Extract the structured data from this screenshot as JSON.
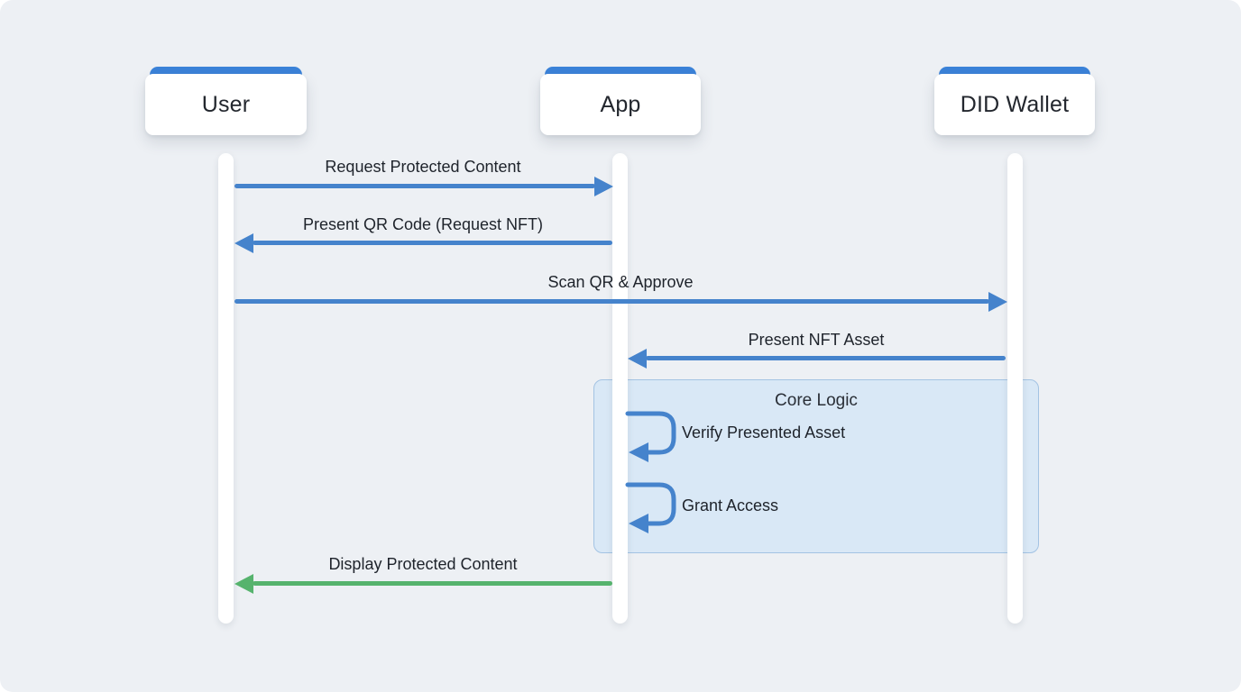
{
  "diagram": {
    "actors": [
      {
        "name": "User"
      },
      {
        "name": "App"
      },
      {
        "name": "DID Wallet"
      }
    ],
    "messages": [
      {
        "label": "Request Protected Content",
        "from": "User",
        "to": "App",
        "color": "blue"
      },
      {
        "label": "Present QR Code (Request NFT)",
        "from": "App",
        "to": "User",
        "color": "blue"
      },
      {
        "label": "Scan QR & Approve",
        "from": "User",
        "to": "DID Wallet",
        "color": "blue"
      },
      {
        "label": "Present NFT Asset",
        "from": "DID Wallet",
        "to": "App",
        "color": "blue"
      },
      {
        "label": "Display Protected Content",
        "from": "App",
        "to": "User",
        "color": "green"
      }
    ],
    "group": {
      "title": "Core Logic",
      "self_messages": [
        {
          "label": "Verify Presented Asset",
          "actor": "App"
        },
        {
          "label": "Grant Access",
          "actor": "App"
        }
      ]
    },
    "colors": {
      "background": "#edf0f4",
      "actor_header": "#3b82d8",
      "arrow_blue": "#4583cc",
      "arrow_green": "#56b36d",
      "group_fill": "#d9e8f6",
      "group_border": "#a3c3e3",
      "text": "#1e232b"
    }
  }
}
